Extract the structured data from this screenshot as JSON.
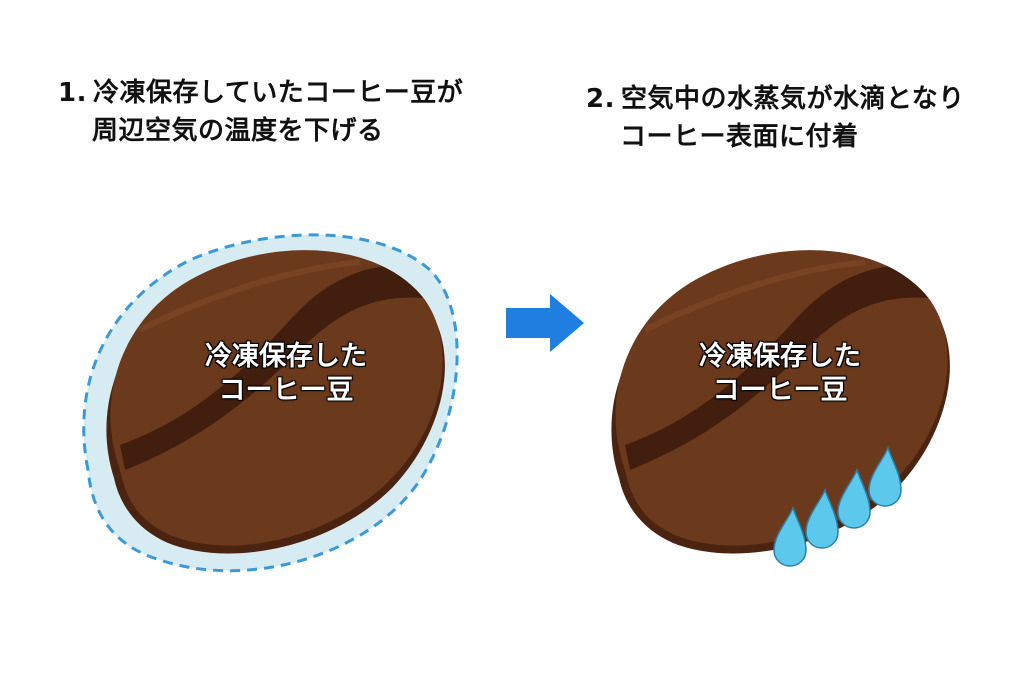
{
  "step1": {
    "number": "1.",
    "line1": "冷凍保存していたコーヒー豆が",
    "line2": "周辺空気の温度を下げる"
  },
  "step2": {
    "number": "2.",
    "line1": "空気中の水蒸気が水滴となり",
    "line2": "コーヒー表面に付着"
  },
  "bean1": {
    "label_line1": "冷凍保存した",
    "label_line2": "コーヒー豆"
  },
  "bean2": {
    "label_line1": "冷凍保存した",
    "label_line2": "コーヒー豆"
  },
  "colors": {
    "bean_dark": "#4a2410",
    "bean_main": "#6b3a1c",
    "bean_crease": "#3a1a0a",
    "cold_halo": "#d6ecf2",
    "cold_outline": "#3a9ad9",
    "arrow": "#1e7fe0",
    "droplet": "#5cc8ec"
  },
  "icons": {
    "arrow": "arrow-right-icon",
    "droplet": "water-droplet-icon"
  }
}
